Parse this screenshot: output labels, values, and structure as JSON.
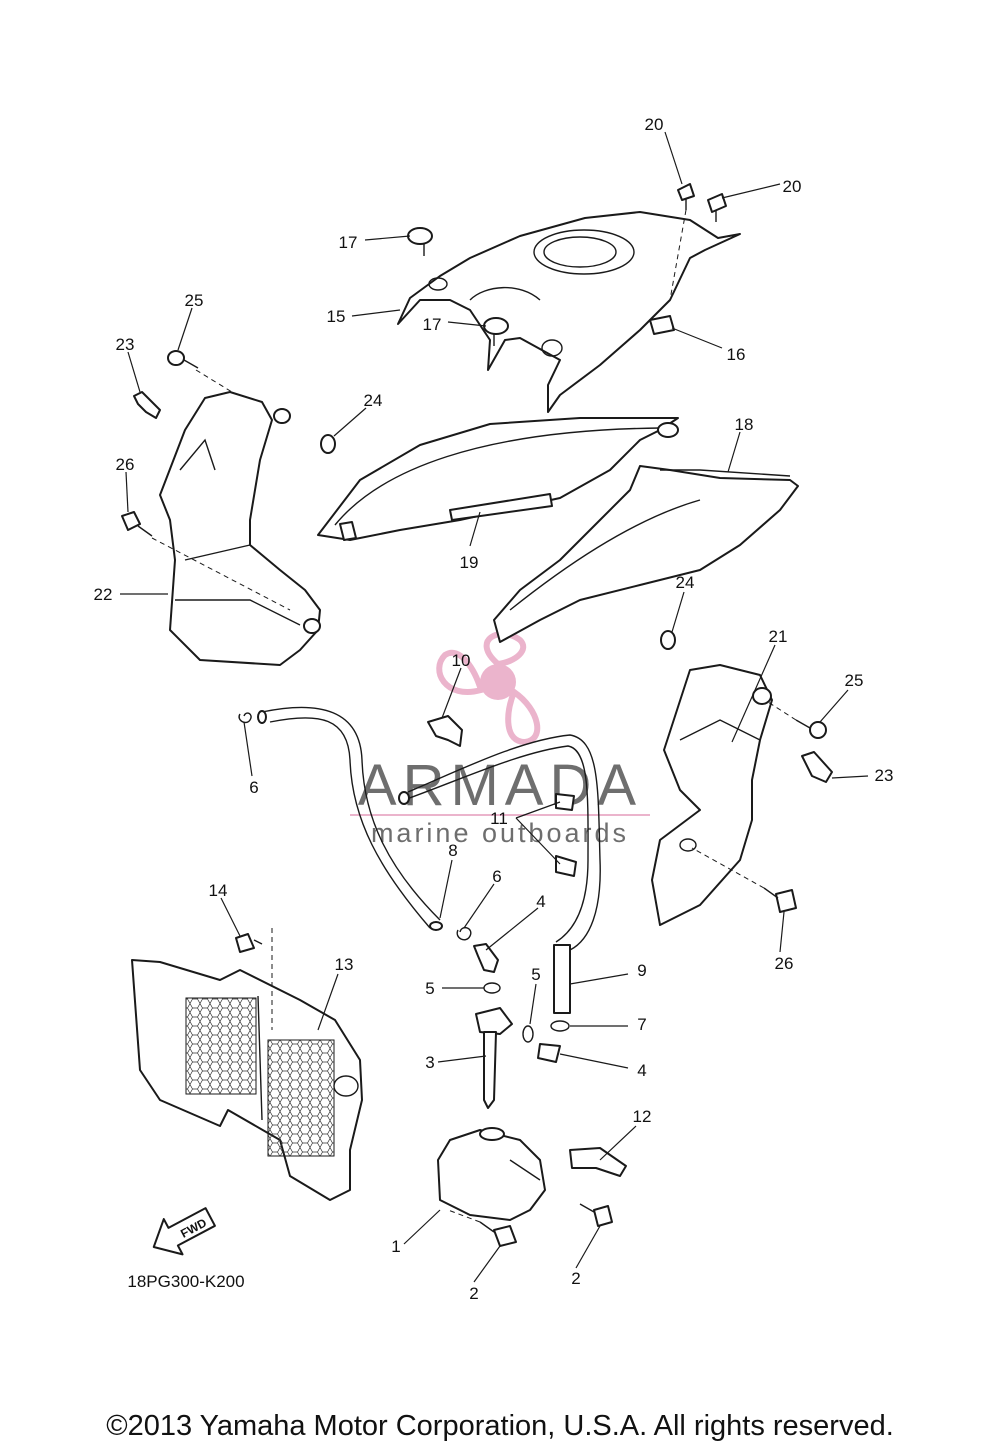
{
  "callouts": [
    "20",
    "20",
    "17",
    "15",
    "17",
    "16",
    "25",
    "23",
    "24",
    "26",
    "22",
    "18",
    "19",
    "24",
    "21",
    "25",
    "10",
    "6",
    "23",
    "11",
    "8",
    "6",
    "4",
    "14",
    "13",
    "26",
    "9",
    "5",
    "5",
    "7",
    "3",
    "4",
    "12",
    "1",
    "2",
    "2"
  ],
  "diagram_code": "18PG300-K200",
  "fwd_label": "FWD",
  "watermark": {
    "brand": "ARMADA",
    "tagline": "marine outboards",
    "color": "#e8a7c4"
  },
  "copyright": "©2013 Yamaha Motor Corporation, U.S.A. All rights reserved."
}
